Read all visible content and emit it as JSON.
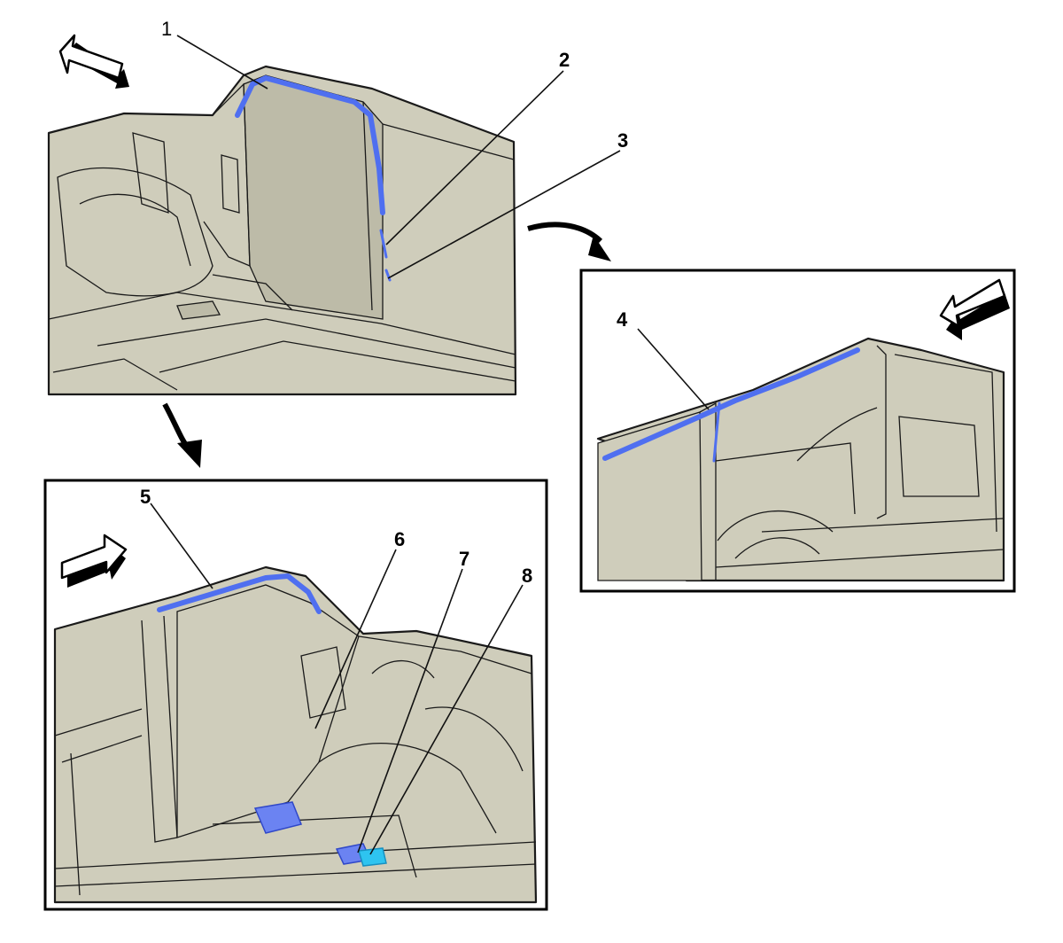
{
  "diagram": {
    "callouts": [
      {
        "id": "1",
        "label": "1"
      },
      {
        "id": "2",
        "label": "2"
      },
      {
        "id": "3",
        "label": "3"
      },
      {
        "id": "4",
        "label": "4"
      },
      {
        "id": "5",
        "label": "5"
      },
      {
        "id": "6",
        "label": "6"
      },
      {
        "id": "7",
        "label": "7"
      },
      {
        "id": "8",
        "label": "8"
      }
    ],
    "colors": {
      "panel_fill": "#cfcdbb",
      "highlight": "#4f6ff0",
      "module_highlight": "#2ec4f0",
      "outline": "#1a1a1a"
    }
  }
}
